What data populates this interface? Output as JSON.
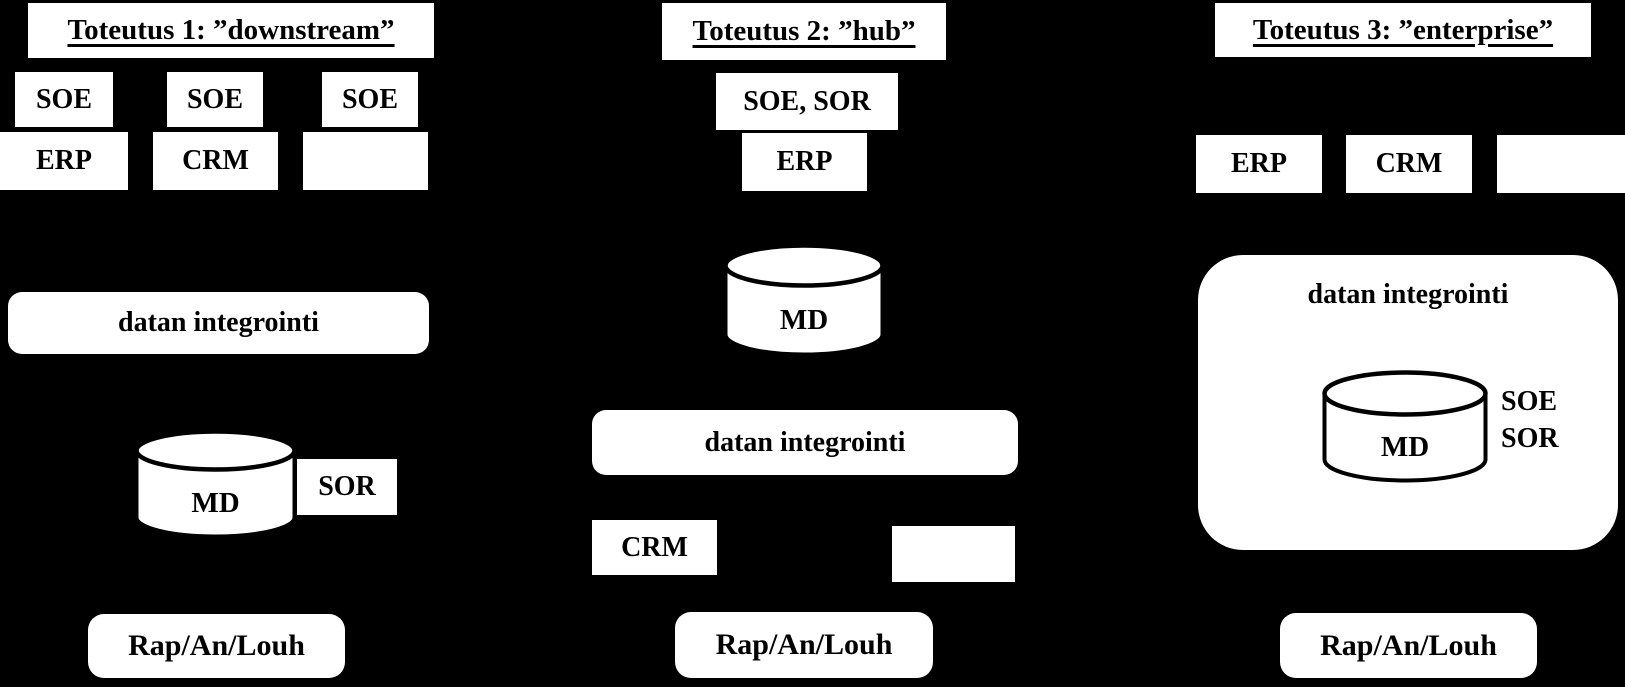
{
  "diagram": {
    "background_color": "#000000",
    "shape_fill_color": "#ffffff",
    "text_color": "#000000",
    "implementations": [
      {
        "title": "Toteutus 1: ”downstream”",
        "soe_row": [
          "SOE",
          "SOE",
          "SOE"
        ],
        "system_row": [
          "ERP",
          "CRM",
          ""
        ],
        "integration_label": "datan integrointi",
        "master_data_label": "MD",
        "sor_label": "SOR",
        "reporting_label": "Rap/An/Louh"
      },
      {
        "title": "Toteutus 2: ”hub”",
        "hub_label": "SOE, SOR",
        "erp_label": "ERP",
        "master_data_label": "MD",
        "integration_label": "datan integrointi",
        "crm_label": "CRM",
        "empty_label": "",
        "reporting_label": "Rap/An/Louh"
      },
      {
        "title": "Toteutus 3: ”enterprise”",
        "system_row": [
          "ERP",
          "CRM",
          ""
        ],
        "integration_label": "datan integrointi",
        "master_data_label": "MD",
        "roles": [
          "SOE",
          "SOR"
        ],
        "reporting_label": "Rap/An/Louh"
      }
    ]
  }
}
